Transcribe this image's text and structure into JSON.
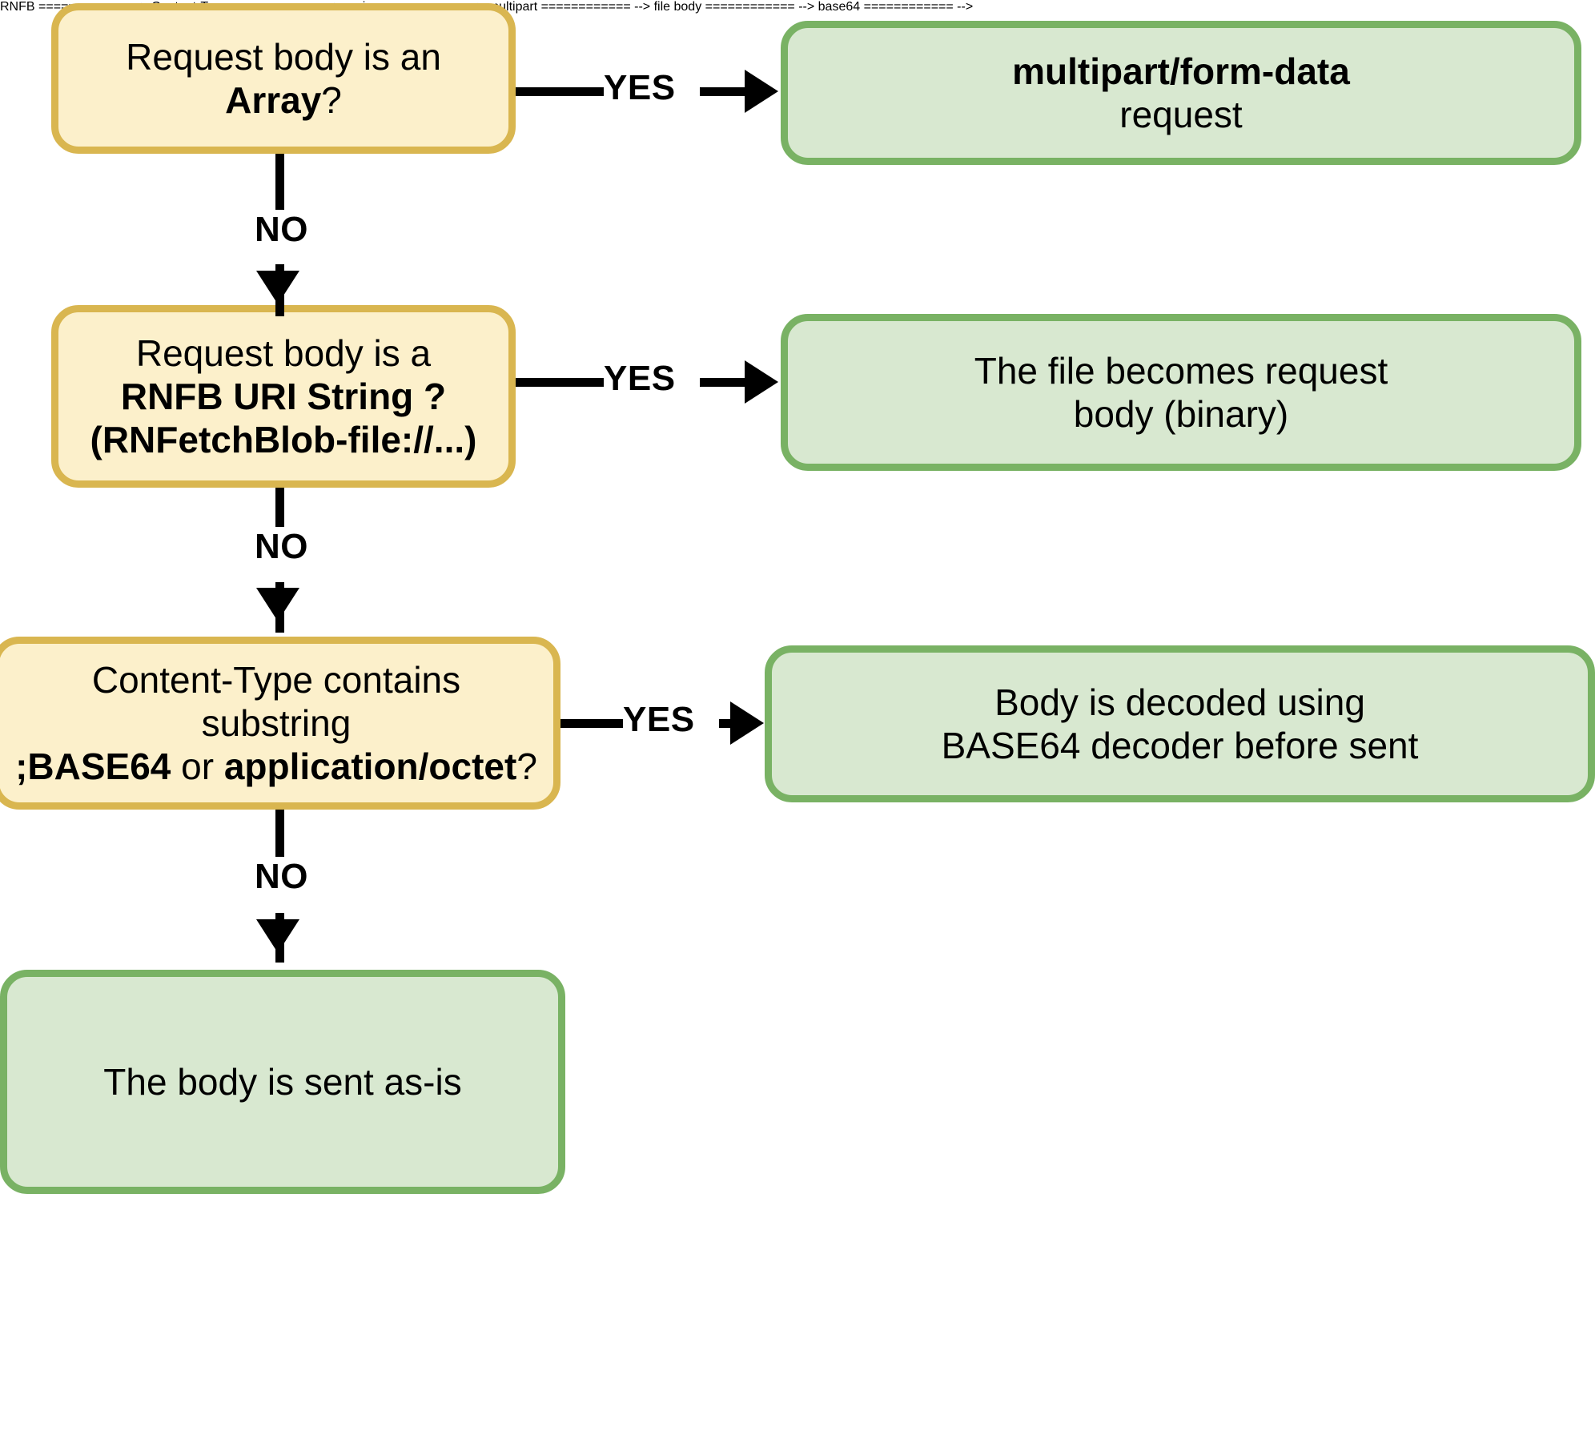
{
  "diagram": {
    "title": "RNFetchBlob request body handling flowchart",
    "colors": {
      "decision_fill": "#fcf0cb",
      "decision_border": "#d9b650",
      "terminal_fill": "#d8e8d0",
      "terminal_border": "#79b264",
      "connector": "#000000",
      "background": "#ffffff"
    },
    "nodes": {
      "array_check": {
        "type": "decision",
        "line1_prefix": "Request body is an ",
        "line1_bold": "Array",
        "line1_suffix": "?"
      },
      "multipart_result": {
        "type": "terminal",
        "line1_bold": "multipart/form-data",
        "line2": "request"
      },
      "rnfb_uri_check": {
        "type": "decision",
        "line1": "Request body is a",
        "line2_bold": "RNFB URI String ?",
        "line3_bold": "(RNFetchBlob-file://...)"
      },
      "file_body_result": {
        "type": "terminal",
        "line1": "The file becomes request",
        "line2": "body (binary)"
      },
      "content_type_check": {
        "type": "decision",
        "line1": "Content-Type contains substring",
        "line2_bold_a": ";BASE64",
        "line2_mid": " or ",
        "line2_bold_b": "application/octet",
        "line2_suffix": "?"
      },
      "base64_result": {
        "type": "terminal",
        "line1": "Body is decoded using",
        "line2": "BASE64 decoder before sent"
      },
      "as_is_result": {
        "type": "terminal",
        "line1": "The body is sent as-is"
      }
    },
    "edges": {
      "yes1": "YES",
      "no1": "NO",
      "yes2": "YES",
      "no2": "NO",
      "yes3": "YES",
      "no3": "NO"
    }
  }
}
